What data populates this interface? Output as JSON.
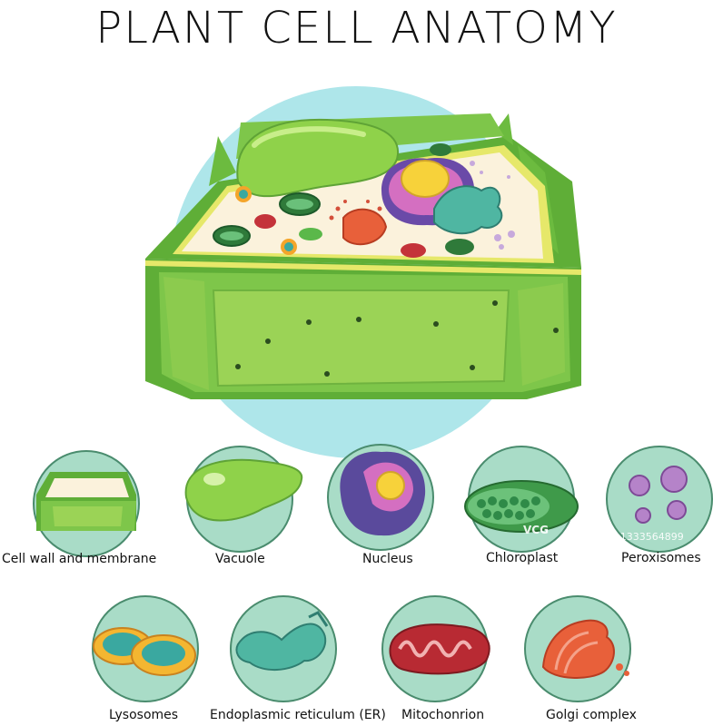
{
  "title": "PLANT CELL ANATOMY",
  "colors": {
    "bg_circle": "#aee6ea",
    "icon_circle": "#a9dcc7",
    "icon_stroke": "#4a8c6e",
    "wall_green": "#7ec64a",
    "wall_dark": "#4f9a2e",
    "cytoplasm": "#fbf2dc"
  },
  "labels": {
    "cell_wall": "Cell wall and membrane",
    "vacuole": "Vacuole",
    "nucleus": "Nucleus",
    "chloroplast": "Chloroplast",
    "peroxisomes": "Peroxisomes",
    "lysosomes": "Lysosomes",
    "er": "Endoplasmic reticulum (ER)",
    "mitochondrion": "Mitochonrion",
    "golgi": "Golgi complex"
  },
  "watermark": {
    "brand": "VCG",
    "id": "VCG211333564899"
  }
}
